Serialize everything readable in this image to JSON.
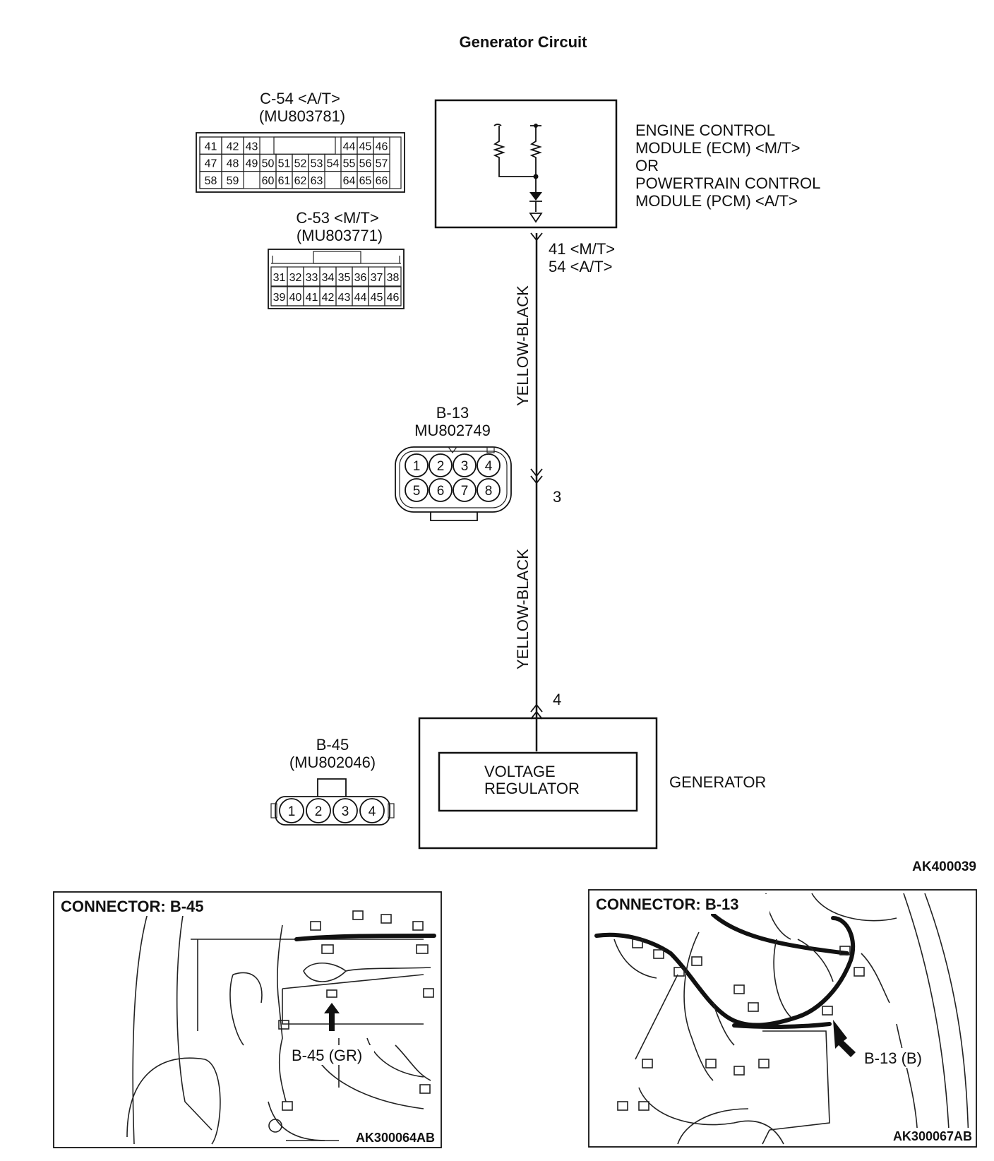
{
  "title": "Generator Circuit",
  "figure_code": "AK400039",
  "ecm": {
    "label_lines": [
      "ENGINE CONTROL",
      "MODULE (ECM) <M/T>",
      "OR",
      "POWERTRAIN CONTROL",
      "MODULE (PCM) <A/T>"
    ],
    "pin_mt": "41 <M/T>",
    "pin_at": "54 <A/T>"
  },
  "wire": {
    "upper_color": "YELLOW-BLACK",
    "lower_color": "YELLOW-BLACK"
  },
  "connector_c54": {
    "name": "C-54 <A/T>",
    "part": "(MU803781)",
    "rows": [
      [
        "41",
        "42",
        "43",
        "",
        "",
        "",
        "",
        "44",
        "45",
        "46"
      ],
      [
        "47",
        "48",
        "49",
        "50",
        "51",
        "52",
        "53",
        "54",
        "55",
        "56",
        "57"
      ],
      [
        "58",
        "59",
        "",
        "60",
        "61",
        "62",
        "63",
        "",
        "64",
        "65",
        "66"
      ]
    ]
  },
  "connector_c53": {
    "name": "C-53 <M/T>",
    "part": "(MU803771)",
    "rows": [
      [
        "31",
        "32",
        "33",
        "34",
        "35",
        "36",
        "37",
        "38"
      ],
      [
        "39",
        "40",
        "41",
        "42",
        "43",
        "44",
        "45",
        "46"
      ]
    ]
  },
  "connector_b13": {
    "name": "B-13",
    "part": "MU802749",
    "pins": [
      "1",
      "2",
      "3",
      "4",
      "5",
      "6",
      "7",
      "8"
    ],
    "circuit_pin": "3"
  },
  "connector_b45": {
    "name": "B-45",
    "part": "(MU802046)",
    "pins": [
      "1",
      "2",
      "3",
      "4"
    ],
    "circuit_pin": "4"
  },
  "generator": {
    "label": "GENERATOR",
    "regulator_lines": [
      "VOLTAGE",
      "REGULATOR"
    ]
  },
  "photo_left": {
    "heading": "CONNECTOR: B-45",
    "callout": "B-45 (GR)",
    "code": "AK300064AB"
  },
  "photo_right": {
    "heading": "CONNECTOR: B-13",
    "callout": "B-13 (B)",
    "code": "AK300067AB"
  }
}
